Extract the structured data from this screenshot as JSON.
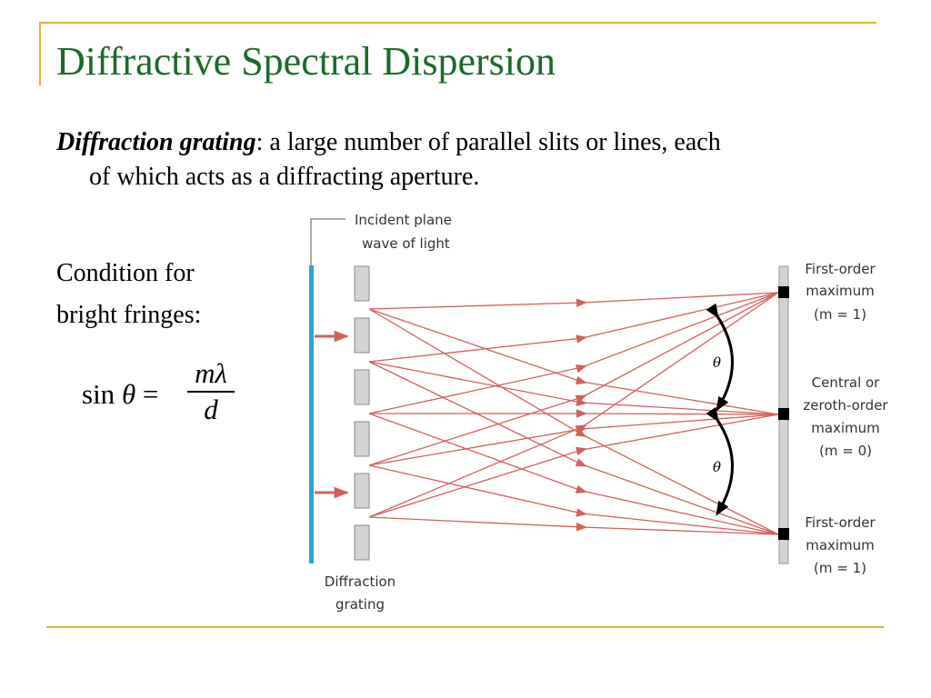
{
  "slide": {
    "title": "Diffractive Spectral Dispersion",
    "definition_term": "Diffraction grating",
    "definition_line1": ": a large number of parallel slits or lines, each",
    "definition_line2": "of which acts as a diffracting aperture.",
    "condition_line1": "Condition for",
    "condition_line2": "bright fringes:"
  },
  "formula": {
    "func": "sin",
    "theta": "θ",
    "eq": "=",
    "numerator": "mλ",
    "denominator": "d"
  },
  "diagram": {
    "incident_line1": "Incident plane",
    "incident_line2": "wave of light",
    "grating_line1": "Diffraction",
    "grating_line2": "grating",
    "top_max_line1": "First-order",
    "top_max_line2": "maximum",
    "top_max_line3": "(m = 1)",
    "central_line1": "Central or",
    "central_line2": "zeroth-order",
    "central_line3": "maximum",
    "central_line4": "(m = 0)",
    "bottom_max_line1": "First-order",
    "bottom_max_line2": "maximum",
    "bottom_max_line3": "(m = 1)",
    "angle_upper": "θ",
    "angle_lower": "θ"
  },
  "colors": {
    "title": "#1d6a2b",
    "frame": "#e0b33c",
    "wavefront": "#2aa6d4",
    "rays": "#d4605a",
    "grating_fill": "#d3d3d3"
  }
}
